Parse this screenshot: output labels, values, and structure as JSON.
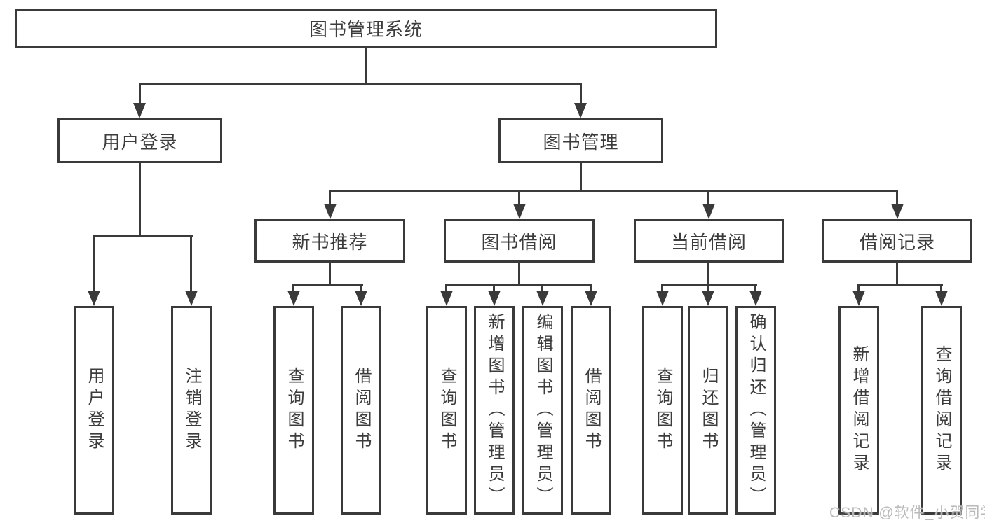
{
  "diagram": {
    "root": "图书管理系统",
    "login_branch": {
      "label": "用户登录",
      "children": [
        "用户登录",
        "注销登录"
      ]
    },
    "mgmt_branch": {
      "label": "图书管理",
      "groups": [
        {
          "label": "新书推荐",
          "children": [
            "查询图书",
            "借阅图书"
          ]
        },
        {
          "label": "图书借阅",
          "children": [
            "查询图书",
            "新增图书（管理员）",
            "编辑图书（管理员）",
            "借阅图书"
          ]
        },
        {
          "label": "当前借阅",
          "children": [
            "查询图书",
            "归还图书",
            "确认归还（管理员）"
          ]
        },
        {
          "label": "借阅记录",
          "children": [
            "新增借阅记录",
            "查询借阅记录"
          ]
        }
      ]
    }
  },
  "watermark": "CSDN @软件_小贺同学",
  "colors": {
    "stroke": "#3a3a3a",
    "text": "#3c3c3c",
    "watermark": "#b6b6b6",
    "background": "#ffffff"
  }
}
